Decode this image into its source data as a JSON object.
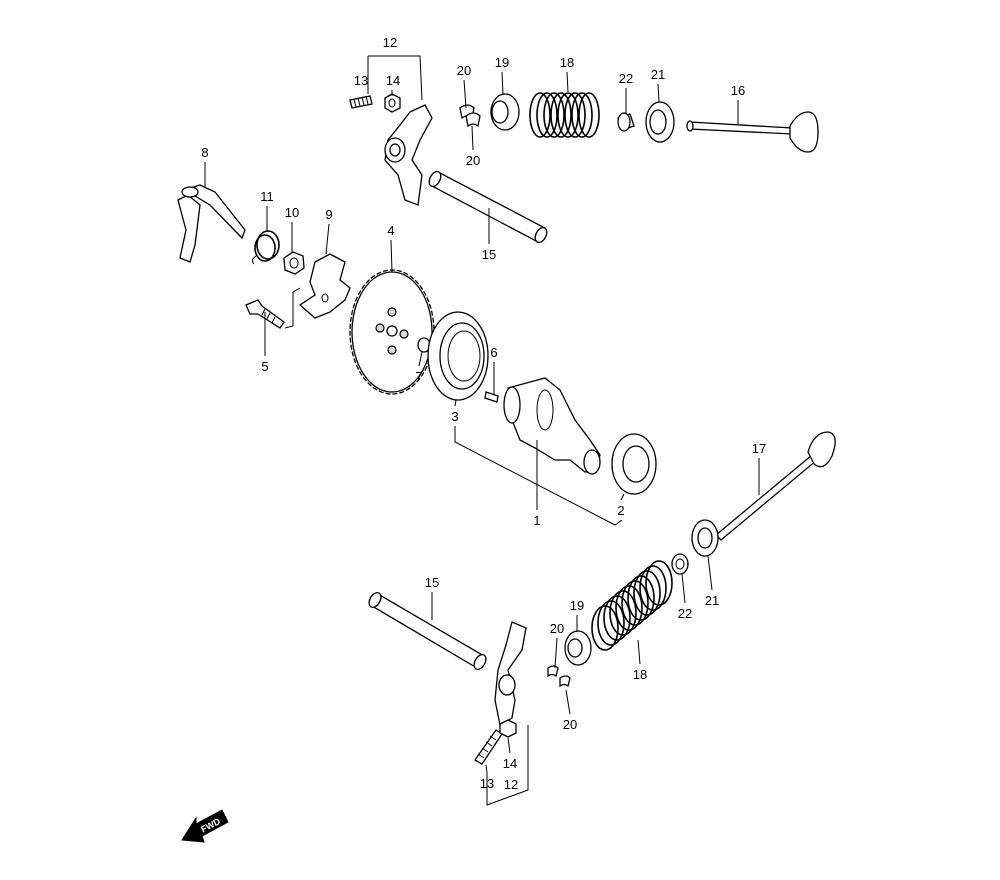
{
  "title": "Camshaft / Valve exploded parts diagram",
  "callouts": {
    "top_rocker_assy": "12",
    "top_adjust_screw": "13",
    "top_lock_nut": "14",
    "top_cotter_a": "20",
    "top_cotter_b": "20",
    "top_retainer": "19",
    "top_spring": "18",
    "top_stem_seal": "22",
    "top_spring_seat": "21",
    "exhaust_valve": "16",
    "decomp_shaft": "8",
    "decomp_spring": "11",
    "decomp_nut": "10",
    "decomp_plate": "9",
    "cam_sprocket": "4",
    "top_rocker_shaft": "15",
    "sprocket_bolt": "5",
    "dowel_pin": "7",
    "cam_pin": "6",
    "bearing_left": "3",
    "camshaft": "1",
    "bearing_right": "2",
    "intake_valve": "17",
    "bottom_rocker_shaft": "15",
    "bottom_retainer": "19",
    "bottom_cotter_a": "20",
    "bottom_stem_seal": "22",
    "bottom_spring_seat": "21",
    "bottom_spring": "18",
    "bottom_cotter_b": "20",
    "bottom_adjust_screw": "13",
    "bottom_lock_nut": "14",
    "bottom_rocker_assy": "12"
  },
  "fwd_icon": {
    "label": "FWD"
  }
}
